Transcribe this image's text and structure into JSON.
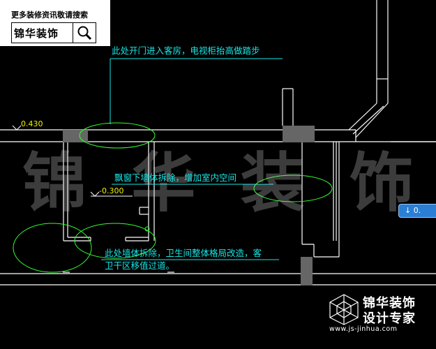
{
  "banner": {
    "hint": "更多装修资讯敬请搜索",
    "logo_text": "锦华装饰",
    "search_icon": "search-icon"
  },
  "watermark": [
    "锦",
    "华",
    "装",
    "饰"
  ],
  "annotations": {
    "note1": "此处开门进入客房，电视柜抬高做踏步",
    "note2": "飘窗下墙体拆除，增加室内空间",
    "note3_line1": "此处墙体拆除，卫生间整体格局改造，客",
    "note3_line2": "卫干区移值过道。"
  },
  "dimensions": {
    "level1": "0.430",
    "level2": "-0.300"
  },
  "side_button": {
    "icon": "arrow-down-icon",
    "label": "0."
  },
  "brand": {
    "name": "锦华装饰",
    "tagline": "设计专家",
    "url": "www.js-jinhua.com"
  },
  "colors": {
    "background": "#000000",
    "wall_line": "#ffffff",
    "annotation": "#19e6e6",
    "dimension": "#f0f000",
    "ellipse": "#33ff33",
    "accent_button": "#2a7fd4"
  }
}
